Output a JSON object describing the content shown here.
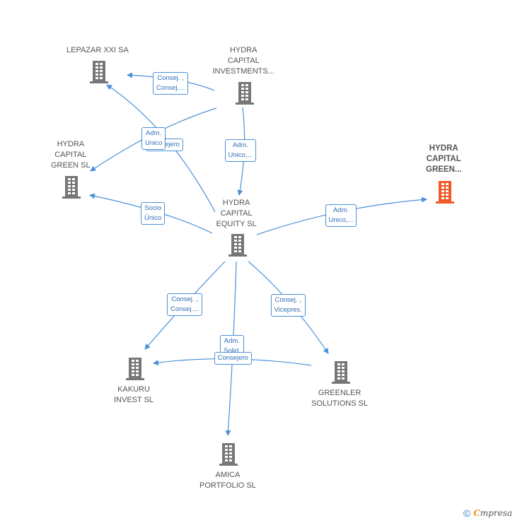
{
  "diagram": {
    "nodes": {
      "lepazar": {
        "lines": [
          "LEPAZAR XXI SA"
        ],
        "color": "#777777"
      },
      "hydra_investments": {
        "lines": [
          "HYDRA",
          "CAPITAL",
          "INVESTMENTS..."
        ],
        "color": "#777777"
      },
      "hydra_green_sl": {
        "lines": [
          "HYDRA",
          "CAPITAL",
          "GREEN  SL"
        ],
        "color": "#777777"
      },
      "hydra_green_focus": {
        "lines": [
          "HYDRA",
          "CAPITAL",
          "GREEN..."
        ],
        "color": "#f05a28"
      },
      "hydra_equity": {
        "lines": [
          "HYDRA",
          "CAPITAL",
          "EQUITY  SL"
        ],
        "color": "#777777"
      },
      "kakuru": {
        "lines": [
          "KAKURU",
          "INVEST  SL"
        ],
        "color": "#777777"
      },
      "greenler": {
        "lines": [
          "GREENLER",
          "SOLUTIONS  SL"
        ],
        "color": "#777777"
      },
      "amica": {
        "lines": [
          "AMICA",
          "PORTFOLIO  SL"
        ],
        "color": "#777777"
      }
    },
    "edge_labels": {
      "inv_lepazar": [
        "Consej. ,",
        "Consej...."
      ],
      "inv_equity": [
        "Adm.",
        "Unico,..."
      ],
      "greensl_consejero": [
        "Consejero"
      ],
      "greensl_adm": [
        "Adm.",
        "Unico"
      ],
      "equity_greensl": [
        "Socio",
        "Único"
      ],
      "equity_focus": [
        "Adm.",
        "Unico,..."
      ],
      "equity_kakuru": [
        "Consej. ,",
        "Consej...."
      ],
      "equity_greenler": [
        "Consej. ,",
        "Vicepres."
      ],
      "equity_amica": [
        "Adm.",
        "Solid."
      ],
      "greenler_kakuru": [
        "Consejero"
      ]
    }
  },
  "footer": {
    "copyright": "©",
    "brand_initial": "C",
    "brand_rest": "mpresa"
  }
}
